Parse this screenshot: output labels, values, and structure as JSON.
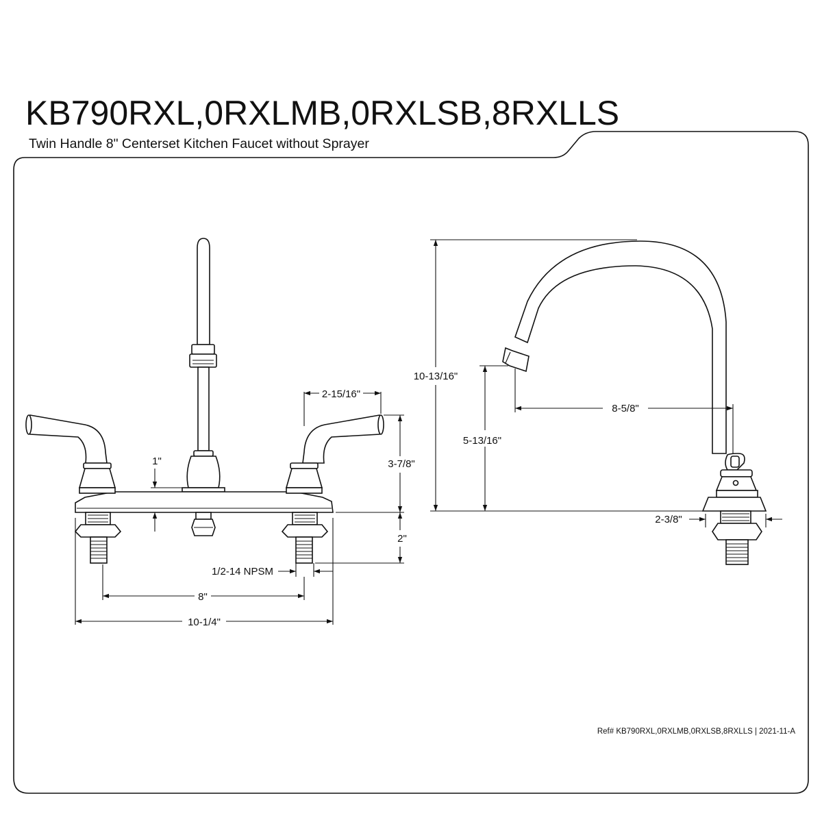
{
  "header": {
    "title": "KB790RXL,0RXLMB,0RXLSB,8RXLLS",
    "subtitle": "Twin Handle 8\" Centerset Kitchen Faucet without Sprayer"
  },
  "front_view": {
    "dims": {
      "handle_offset": "2-15/16\"",
      "handle_height": "3-7/8\"",
      "deck_height": "1\"",
      "shank_length": "2\"",
      "thread": "1/2-14 NPSM",
      "center_spacing": "8\"",
      "overall_width": "10-1/4\""
    }
  },
  "side_view": {
    "dims": {
      "overall_height": "10-13/16\"",
      "spout_clearance": "5-13/16\"",
      "spout_reach": "8-5/8\"",
      "base_depth": "2-3/8\""
    }
  },
  "footer": {
    "reference": "Ref# KB790RXL,0RXLMB,0RXLSB,8RXLLS | 2021-11-A"
  },
  "colors": {
    "line": "#111111",
    "background": "#ffffff"
  }
}
